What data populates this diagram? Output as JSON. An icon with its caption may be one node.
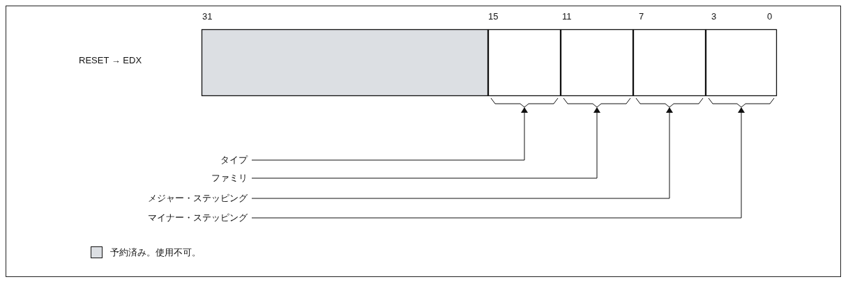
{
  "diagram": {
    "nodes": [
      {
        "text": [],
        "shape": "box"
      },
      {
        "text": [],
        "shape": "box"
      },
      {
        "text": [],
        "shape": "box"
      },
      {
        "text": [],
        "shape": "box"
      },
      {
        "text": [],
        "shape": "box"
      },
      {
        "text": [
          "タイプ"
        ]
      },
      {
        "text": [
          "ファミリ"
        ]
      },
      {
        "text": [
          "メジャー・ステッピング"
        ]
      },
      {
        "text": [
          "マイナー・ステッピング"
        ]
      }
    ],
    "edges": [
      {
        "from": 5,
        "to": 1,
        "arrow": "to"
      },
      {
        "from": 6,
        "to": 2,
        "arrow": "to"
      },
      {
        "from": 7,
        "to": 3,
        "arrow": "to"
      },
      {
        "from": 8,
        "to": 4,
        "arrow": "to"
      }
    ],
    "labels": [
      "31",
      "15",
      "11",
      "7",
      "3",
      "0",
      "RESET → EDX"
    ],
    "legend": [
      {
        "text": "予約済み。使用不可。",
        "color": "#dcdfe3"
      }
    ]
  }
}
